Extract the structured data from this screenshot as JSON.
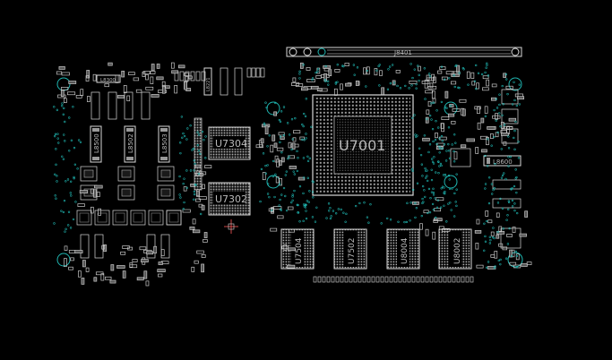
{
  "board": {
    "background": "#000000",
    "silk_color": "#d9d9d9",
    "pad_color": "#8a8a8a",
    "via_color": "#1fb5b0",
    "label_color": "#b9b9b9",
    "cursor_color": "#ff5a5a"
  },
  "connector": {
    "label": "J8401"
  },
  "components": {
    "gpu": "U7001",
    "vrm_ic_top": "U7304",
    "vrm_ic_bottom": "U7302",
    "memory": [
      "U7504",
      "U7502",
      "U8004",
      "U8002"
    ],
    "inductors": [
      "L8500",
      "L8502",
      "L8503"
    ],
    "small_inductor_top": "L8300",
    "side_inductor": "L8600",
    "top_inductor_column": "L8221"
  }
}
